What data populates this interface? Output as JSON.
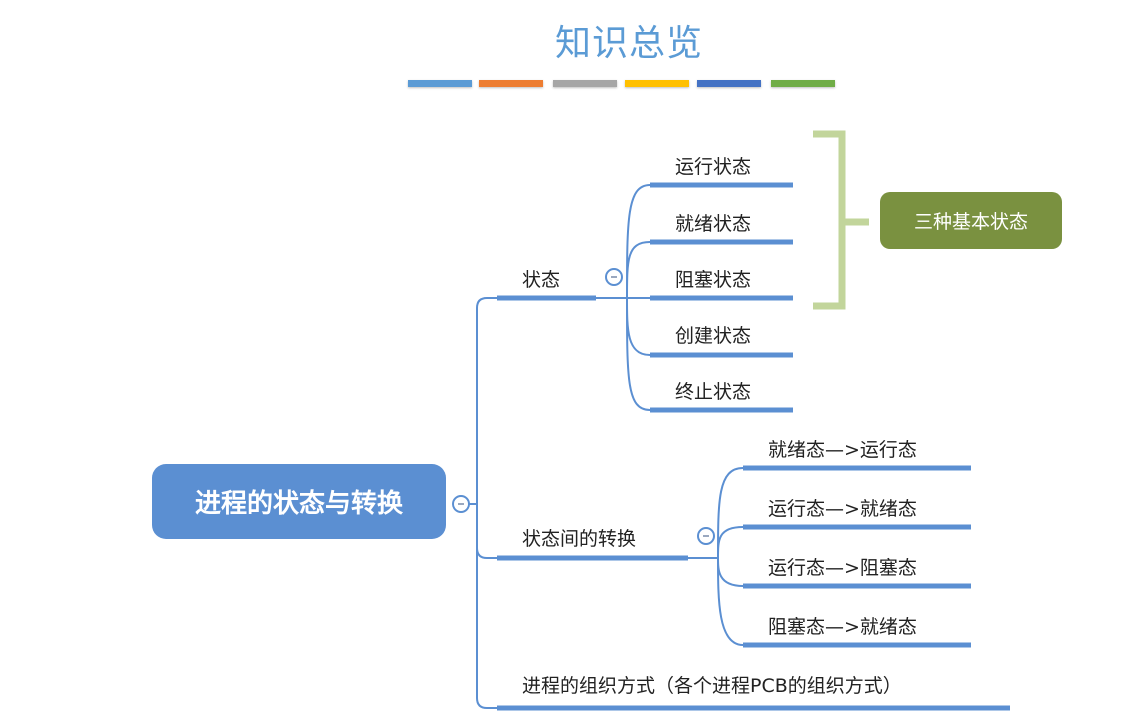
{
  "header": {
    "title": "知识总览",
    "color_bars": [
      "#5b9bd5",
      "#ed7d31",
      "#a5a5a5",
      "#ffc000",
      "#4472c4",
      "#70ad47"
    ]
  },
  "mindmap": {
    "root": {
      "label": "进程的状态与转换",
      "color": "#5b8fd2"
    },
    "branches": [
      {
        "label": "状态",
        "children": [
          "运行状态",
          "就绪状态",
          "阻塞状态",
          "创建状态",
          "终止状态"
        ]
      },
      {
        "label": "状态间的转换",
        "children": [
          "就绪态—>运行态",
          "运行态—>就绪态",
          "运行态—>阻塞态",
          "阻塞态—>就绪态"
        ]
      },
      {
        "label": "进程的组织方式（各个进程PCB的组织方式）",
        "children": []
      }
    ],
    "summary": {
      "label": "三种基本状态",
      "color": "#7a9140",
      "bracket_color": "#c2d59b"
    }
  },
  "icons": {
    "collapse": "collapse-minus-icon"
  }
}
